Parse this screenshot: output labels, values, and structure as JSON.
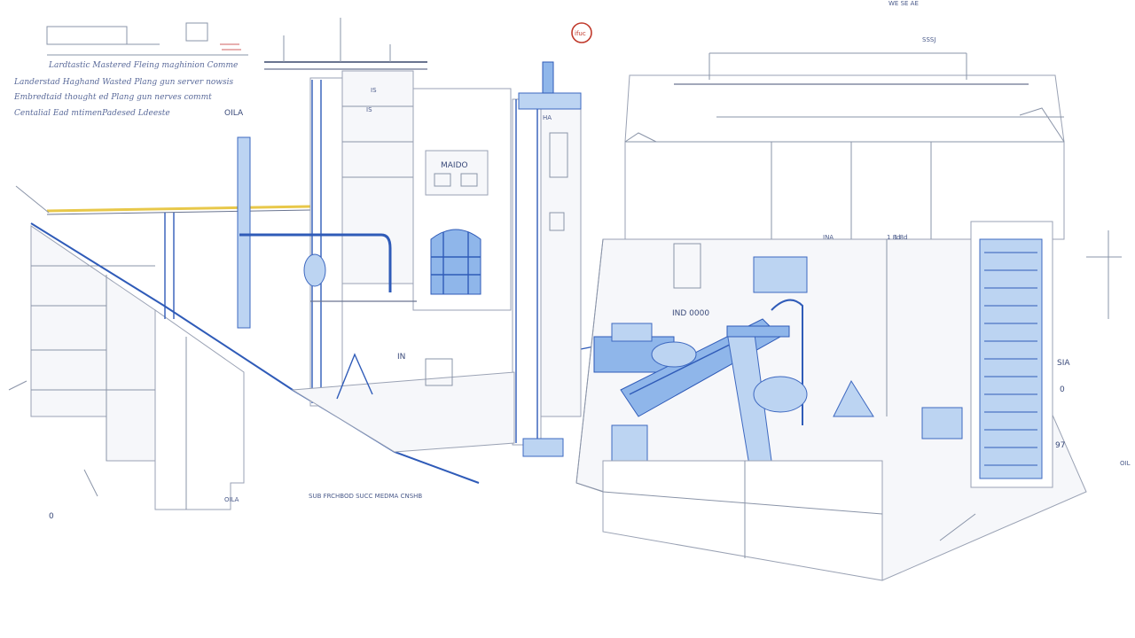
{
  "title_block": {
    "note_line_1": "Lardtastic Mastered Fleing maghinion Comme",
    "note_line_2": "Landerstad Haghand Wasted Plang gun server nowsis",
    "note_line_3": "Embredtaid thought ed Plang gun nerves commt",
    "note_line_4": "Centalial Ead mtimenPadesed Ldeeste",
    "sheet_ref": "OILA"
  },
  "labels": {
    "top_right_ref": "WE SE AE",
    "red_stamp": "ifuc",
    "tower_tag": "MAIDO",
    "tower_sub": "HA",
    "dim_top": "SSSJ",
    "hall_label": "INA",
    "floor_note": "SUB FRCHBOD SUCC MEDMA CNSHB",
    "mid_tag": "IND 0000",
    "rack_tag": "1 8d",
    "right_tag_1": "SIA",
    "right_tag_2": "0",
    "right_tag_3": "97",
    "left_tag_1": "OILA",
    "left_tag_2": "0",
    "edge_tag": "OIL",
    "arrow_tag": "IN",
    "top_tag_a": "IS",
    "top_tag_b": "IS"
  },
  "colors": {
    "linework": "#8a94a8",
    "blue_equipment": "#2f5bb8",
    "blue_fill": "#8fb6ea",
    "yellow_rail": "#e8c84a",
    "red_stamp": "#c0392b"
  }
}
